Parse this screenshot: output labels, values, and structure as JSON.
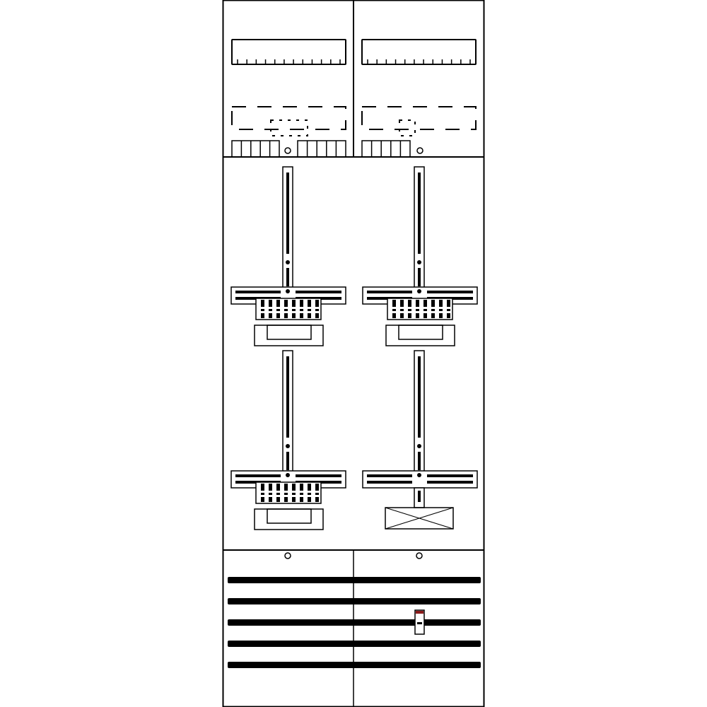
{
  "colors": {
    "background": "#ffffff",
    "line": "#000000",
    "switch_accent": "#8b1a1a"
  },
  "top_section": {
    "columns": [
      {
        "label_strip_ticks": 12,
        "terminal_groups": 2,
        "dashed_connectors": 2
      },
      {
        "label_strip_ticks": 12,
        "terminal_groups": 1,
        "dashed_connectors": 1
      }
    ]
  },
  "meter_field": {
    "slots": [
      {
        "type": "meter-with-terminal-block"
      },
      {
        "type": "meter-with-terminal-block"
      },
      {
        "type": "meter-with-terminal-block"
      },
      {
        "type": "empty-meter-slot"
      }
    ]
  },
  "bottom_section": {
    "busbar_count": 5,
    "switch_on_rail": 3
  }
}
